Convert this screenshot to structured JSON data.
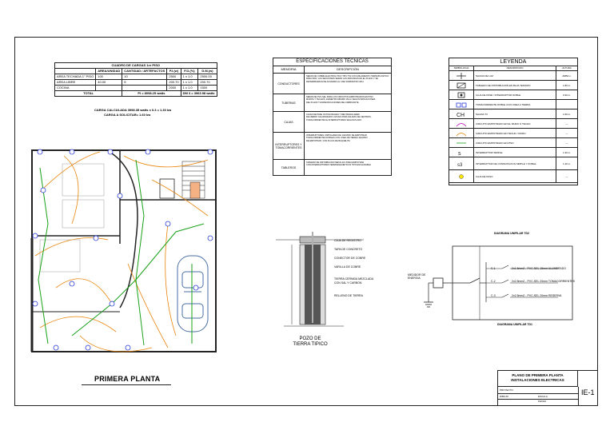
{
  "cuadro": {
    "title": "CUADRO DE CARGAS 1er PISO",
    "headers": [
      "",
      "AREA/UNIDAD",
      "CANTIDAD / ARTEFACTOS",
      "P.I.(w)",
      "F.D.(%)",
      "D.M.(w)"
    ],
    "rows": [
      [
        "AREA TECHADA 1° PISO",
        "100",
        "10",
        "2500",
        "1 x 1.0",
        "2500.00"
      ],
      [
        "AREA LIBRE",
        "40.00",
        "5",
        "200.70",
        "1 x 1.0",
        "200.70"
      ],
      [
        "COCINA",
        "",
        "",
        "2000",
        "1 x 1.0",
        "1500"
      ]
    ],
    "total_label": "TOTAL",
    "total_pi": "PI = 8098.25 watts",
    "total_dm": "DM 3 = 3963.98 watts",
    "carga1": "CARGA CALCULADA 3998.35 watts x 0.3 = 1.30 kw",
    "carga2": "CARGA A SOLICITAR= 1.60 kw"
  },
  "specs": {
    "title": "ESPECIFICACIONES TÉCNICAS",
    "col1": "MEMORIA",
    "col2": "DESCRIPCIÓN",
    "rows": [
      {
        "name": "CONDUCTORES",
        "desc": [
          "SERAN DE COBRE ELECTROLITICO TIPO TW CON AISLAMIENTO TERMOPLASTICO",
          "PARA 600V, LAS SECCIONES SERAN LAS INDICADAS EN EL PLANO Y SE",
          "DETERMINARAN DE ACUERDO AL CNE SUMINISTRO 2011"
        ]
      },
      {
        "name": "TUBERIAS",
        "desc": [
          "SERAN DE PVC-SEL PARA LOS CIRCUITOS EMPOTRADOS EN PISO,",
          "MUROS Y TECHOS, DIAMETRO MINIMO 15mm SEGUN INDICACIONES",
          "DEL PLANO Y ESPECIFICACIONES DEL FABRICANTE"
        ]
      },
      {
        "name": "CAJAS",
        "desc": [
          "CAJAS DE PASE OCTOGONALES Y RECTANGULARES",
          "DE FIERRO GALVANIZADO LIVIANO PARA SALIDAS DE CENTROS,",
          "TOMACORRIENTES E INTERRUPTORES SEGUN PLANO"
        ]
      },
      {
        "name": "INTERRUPTORES Y TOMACORRIENTES",
        "desc": [
          "INTERRUPTORES UNIPOLARES DE 10A/250V DE EMPOTRAR",
          "TOMACORRIENTES DOBLES CON LINEA DE TIERRA 10A/250V",
          "DE EMPOTRAR, CON PLACA DE BAQUELITA"
        ]
      },
      {
        "name": "TABLEROS",
        "desc": [
          "TABLERO DE DISTRIBUCION METALICO PARA EMPOTRAR",
          "CON INTERRUPTORES TERMOMAGNETICOS TIPO ENCHUFABLE"
        ]
      }
    ]
  },
  "leyenda": {
    "title": "LEYENDA",
    "headers": [
      "SIMBOLOGIA",
      "DESCRIPCION",
      "ALTURA"
    ],
    "rows": [
      {
        "desc": "SALIDA DE LUZ",
        "alt": "ARBA n."
      },
      {
        "desc": "TABLERO DE DISTRIBUCION EN BAJA TENSION",
        "alt": "1.80 m."
      },
      {
        "desc": "CAJA DE PASE / INTERRUPTOR DOBLE",
        "alt": "0.30 m."
      },
      {
        "desc": "TOMACORRIENTE DOBLE CON LINEA A TIERRA",
        "alt": ""
      },
      {
        "desc": "SALIDA TV",
        "alt": "1.60 m."
      },
      {
        "desc": "CIRCUITO EMPOTRADO EN EL MURO O TECHO",
        "alt": "—"
      },
      {
        "desc": "CIRCUITO EMPOTRADO EN TECHO / MURO",
        "alt": "—"
      },
      {
        "desc": "CIRCUITO EMPOTRADO EN PISO",
        "alt": "—"
      },
      {
        "desc": "INTERRUPTOR SIMPLE",
        "alt": "1.30 m."
      },
      {
        "desc": "INTERRUPTOR DE CONMUTACION SIMPLE Y DOBLE",
        "alt": "1.40 m."
      },
      {
        "desc": "CAJA DE PASO",
        "alt": "—"
      }
    ]
  },
  "plan": {
    "title": "PRIMERA PLANTA"
  },
  "pozo": {
    "title1": "POZO DE",
    "title2": "TIERRA TIPICO",
    "labels": [
      "CAJA DE REGISTRO",
      "TAPA DE CONCRETO",
      "CONECTOR DE COBRE",
      "VARILLA DE COBRE",
      "TIERRA CERNIDA MEZCLADA",
      "CON SAL Y CARBON",
      "RELLENO DE TIERRA"
    ]
  },
  "diagrama": {
    "title_top": "DIAGRAMA UNIFILAR TD2",
    "title_bottom": "DIAGRAMA UNIFILAR TD1",
    "medidor": "MEDIDOR DE ENERGIA",
    "circuits": [
      "C-1",
      "C-2",
      "C-3"
    ],
    "circuit_desc": [
      "2x1.5mm2 - PVC-SEL 15mm ALUMBRADO",
      "2x2.5mm2 - PVC-SEL 20mm TOMACORRIENTES",
      "2x2.5mm2 - PVC-SEL 20mm RESERVA"
    ]
  },
  "titleblock": {
    "line1": "PLANO DE PRIMERA PLANTA",
    "line2": "INSTALACIONES ELECTRICAS",
    "sheet": "IE-1",
    "fields": [
      "PROYECTO",
      "DIBUJO",
      "ESCALA",
      "FECHA"
    ]
  }
}
